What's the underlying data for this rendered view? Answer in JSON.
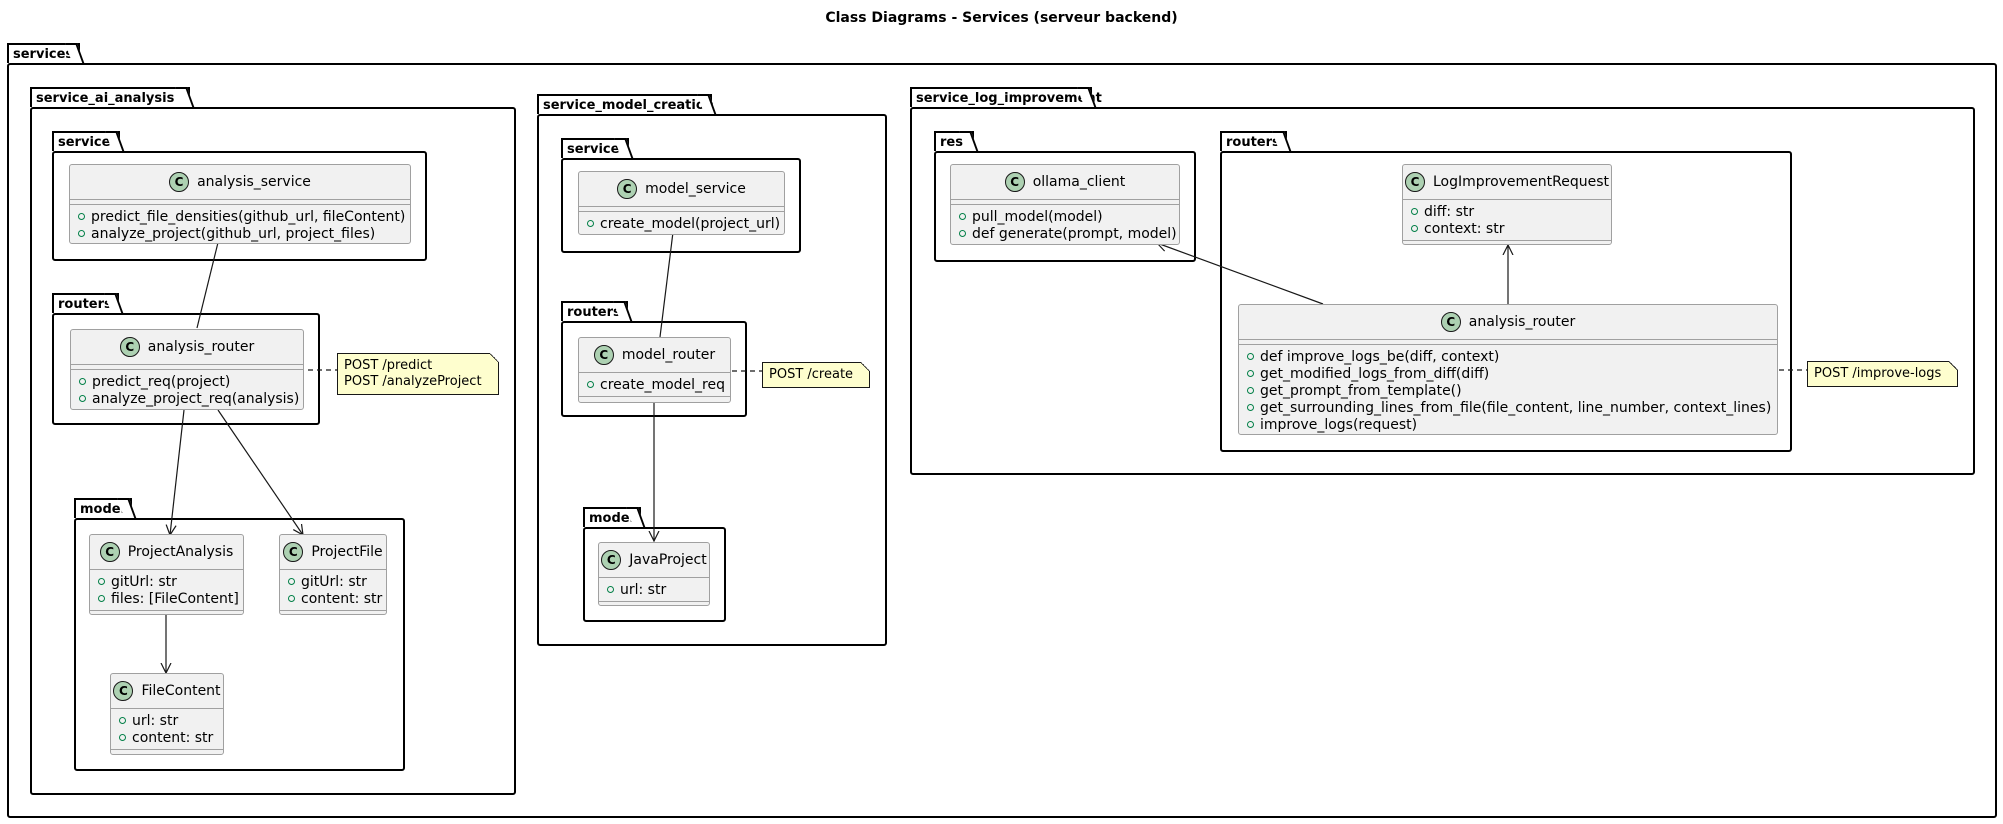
{
  "title": "Class Diagrams - Services (serveur backend)",
  "packages": {
    "root": "services",
    "ai": "service_ai_analysis",
    "ai_services": "services",
    "ai_routers": "routers",
    "ai_models": "models",
    "mc": "service_model_creation",
    "mc_services": "services",
    "mc_routers": "routers",
    "mc_models": "models",
    "li": "service_log_improvement",
    "li_rest": "rest",
    "li_routers": "routers"
  },
  "classes": {
    "analysis_service": {
      "name": "analysis_service",
      "attributes": [],
      "methods": [
        "predict_file_densities(github_url, fileContent)",
        "analyze_project(github_url, project_files)"
      ]
    },
    "ai_analysis_router": {
      "name": "analysis_router",
      "attributes": [],
      "methods": [
        "predict_req(project)",
        "analyze_project_req(analysis)"
      ]
    },
    "ProjectAnalysis": {
      "name": "ProjectAnalysis",
      "attributes": [
        "gitUrl: str",
        "files: [FileContent]"
      ],
      "methods": []
    },
    "ProjectFile": {
      "name": "ProjectFile",
      "attributes": [
        "gitUrl: str",
        "content: str"
      ],
      "methods": []
    },
    "FileContent": {
      "name": "FileContent",
      "attributes": [
        "url: str",
        "content: str"
      ],
      "methods": []
    },
    "model_service": {
      "name": "model_service",
      "attributes": [],
      "methods": [
        "create_model(project_url)"
      ]
    },
    "model_router": {
      "name": "model_router",
      "attributes": [
        "create_model_req"
      ],
      "methods": []
    },
    "JavaProject": {
      "name": "JavaProject",
      "attributes": [
        "url: str"
      ],
      "methods": []
    },
    "ollama_client": {
      "name": "ollama_client",
      "attributes": [],
      "methods": [
        "pull_model(model)",
        "def generate(prompt, model)"
      ]
    },
    "LogImprovementRequest": {
      "name": "LogImprovementRequest",
      "attributes": [
        "diff: str",
        "context: str"
      ],
      "methods": []
    },
    "li_analysis_router": {
      "name": "analysis_router",
      "attributes": [],
      "methods": [
        "def improve_logs_be(diff, context)",
        "get_modified_logs_from_diff(diff)",
        "get_prompt_from_template()",
        "get_surrounding_lines_from_file(file_content, line_number, context_lines)",
        "improve_logs(request)"
      ]
    }
  },
  "notes": {
    "ai": [
      "POST /predict",
      "POST /analyzeProject"
    ],
    "mc": [
      "POST /create"
    ],
    "li": [
      "POST /improve-logs"
    ]
  },
  "colors": {
    "class_fill": "#f1f1f1",
    "class_icon": "#add1b2",
    "note_fill": "#fefece",
    "visibility": "#038048"
  }
}
